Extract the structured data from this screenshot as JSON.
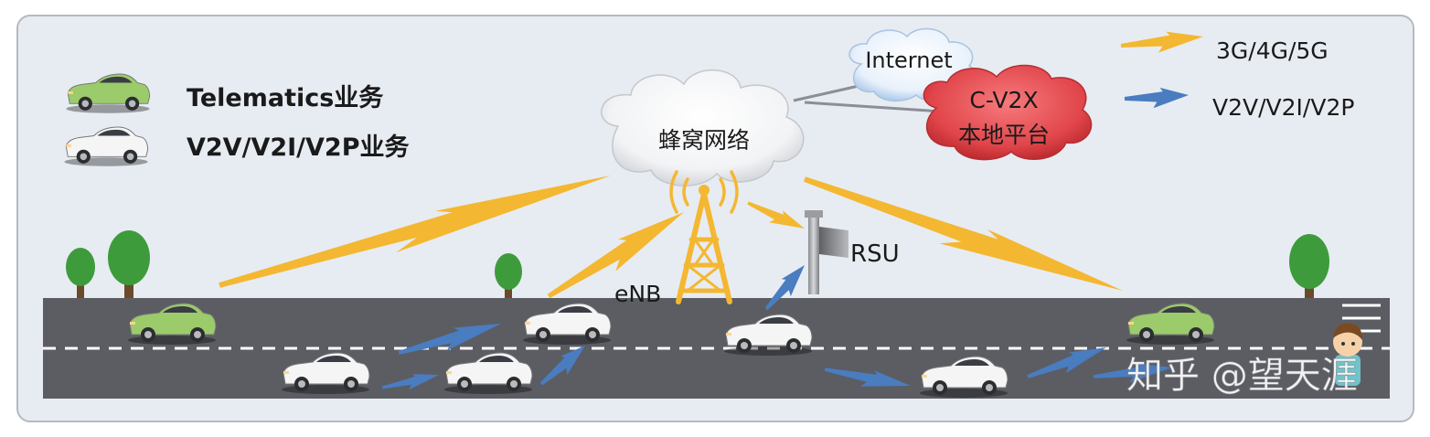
{
  "legend": {
    "telematics": "Telematics业务",
    "v2x_service": "V2V/V2I/V2P业务",
    "cellular_link": "3G/4G/5G",
    "direct_link": "V2V/V2I/V2P"
  },
  "nodes": {
    "cellular_network": "蜂窝网络",
    "internet": "Internet",
    "cv2x_line1": "C-V2X",
    "cv2x_line2": "本地平台",
    "enb": "eNB",
    "rsu": "RSU"
  },
  "watermark": "知乎 @望天涯",
  "colors": {
    "background": "#E7ECF2",
    "road": "#5B5D63",
    "cellular_bolt": "#F4B731",
    "direct_bolt": "#4A7CC0",
    "telematics_car": "#9BCB6A",
    "v2x_car": "#F4F5F4",
    "cv2x_cloud": "#E0454A",
    "tree": "#3E9B3C"
  }
}
